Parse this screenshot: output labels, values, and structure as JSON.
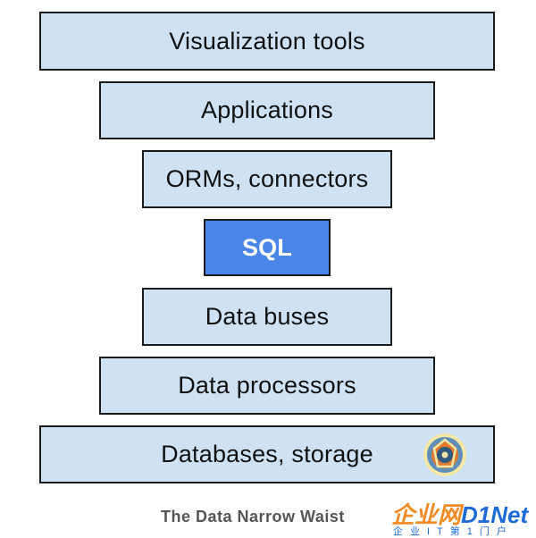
{
  "layers": [
    {
      "id": "viz",
      "label": "Visualization tools"
    },
    {
      "id": "apps",
      "label": "Applications"
    },
    {
      "id": "orm",
      "label": "ORMs, connectors"
    },
    {
      "id": "sql",
      "label": "SQL"
    },
    {
      "id": "bus",
      "label": "Data buses"
    },
    {
      "id": "proc",
      "label": "Data processors"
    },
    {
      "id": "db",
      "label": "Databases, storage"
    }
  ],
  "caption": "The Data Narrow Waist",
  "watermark": {
    "brand_cn": "企业网",
    "brand_en": "D1Net",
    "subtitle": "企业IT第1门户"
  },
  "colors": {
    "layer_fill": "#cfe2f3",
    "sql_fill": "#4a86e8",
    "border": "#1a1a1a",
    "caption": "#555555",
    "watermark_orange": "#f08a24",
    "watermark_blue": "#1e6bd6"
  },
  "icons": {
    "emblem": "circular-badge-icon"
  }
}
